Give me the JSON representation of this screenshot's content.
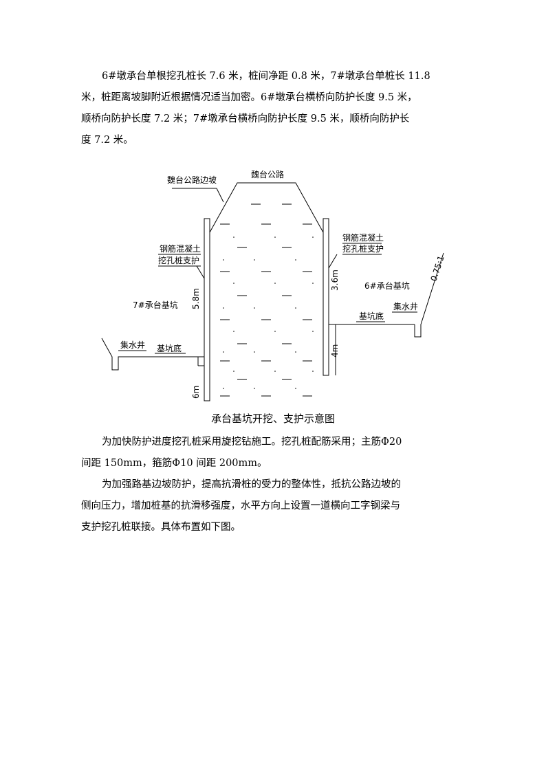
{
  "paragraph1": {
    "lines": [
      "6#墩承台单根挖孔桩长 7.6 米，桩间净距 0.8 米，7#墩承台单桩长 11.8",
      "米，桩距离坡脚附近根据情况适当加密。6#墩承台横桥向防护长度 9.5 米，",
      "顺桥向防护长度 7.2 米；7#墩承台横桥向防护长度 9.5 米，顺桥向防护长",
      "度 7.2 米。"
    ]
  },
  "diagram": {
    "labels": {
      "road_slope": "魏台公路边坡",
      "road": "魏台公路",
      "left_concrete": "钢筋混凝土",
      "left_pile": "挖孔桩支护",
      "right_concrete": "钢筋混凝土",
      "right_pile": "挖孔桩支护",
      "dim_left_upper": "5.8m",
      "dim_left_lower": "6m",
      "dim_right_upper": "3.6m",
      "dim_right_lower": "4m",
      "pit_7": "7#承台基坑",
      "pit_6": "6#承台基坑",
      "sump_left": "集水井",
      "bottom_left": "基坑底",
      "sump_right": "集水井",
      "bottom_right": "基坑底",
      "slope_ratio": "0.75:1"
    }
  },
  "caption": "承台基坑开挖、支护示意图",
  "paragraph2": {
    "lines": [
      "为加快防护进度挖孔桩采用旋挖钻施工。挖孔桩配筋采用；主筋Φ20",
      "间距 150mm，箍筋Φ10 间距 200mm。"
    ]
  },
  "paragraph3": {
    "lines": [
      "为加强路基边坡防护，提高抗滑桩的受力的整体性，抵抗公路边坡的",
      "侧向压力，增加桩基的抗滑移强度，水平方向上设置一道横向工字钢梁与",
      "支护挖孔桩联接。具体布置如下图。"
    ]
  }
}
